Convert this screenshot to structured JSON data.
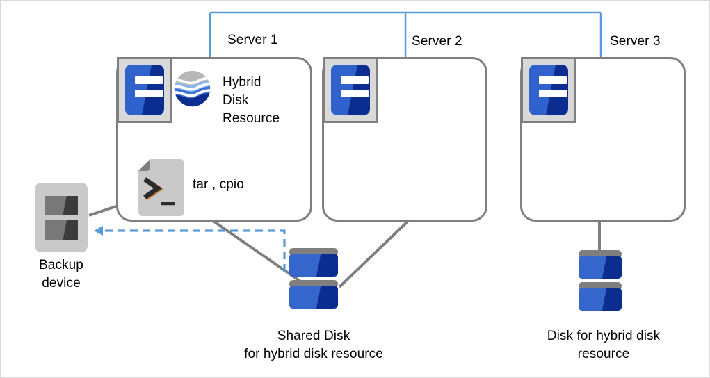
{
  "diagram": {
    "title_hidden": "",
    "colors": {
      "network_line": "#5b9bd5",
      "dashed_arrow": "#5b9bd5",
      "connector_line": "#7f7f7f",
      "server_border": "#7f7f7f",
      "disk_blue_dark": "#0b2d8f",
      "disk_blue_light": "#3566cc",
      "device_gray": "#c9c9c9",
      "text": "#000000"
    },
    "servers": [
      {
        "label": "Server 1",
        "name": "server-1"
      },
      {
        "label": "Server 2",
        "name": "server-2"
      },
      {
        "label": "Server 3",
        "name": "server-3"
      }
    ],
    "resources": {
      "hybrid_disk_resource": "Hybrid\nDisk\nResource",
      "backup_tools": "tar , cpio"
    },
    "storage": [
      {
        "caption": "Shared Disk\nfor hybrid disk resource",
        "name": "shared-disk"
      },
      {
        "caption": "Disk for hybrid disk\nresource",
        "name": "hybrid-disk"
      }
    ],
    "backup": {
      "caption": "Backup\ndevice"
    }
  }
}
